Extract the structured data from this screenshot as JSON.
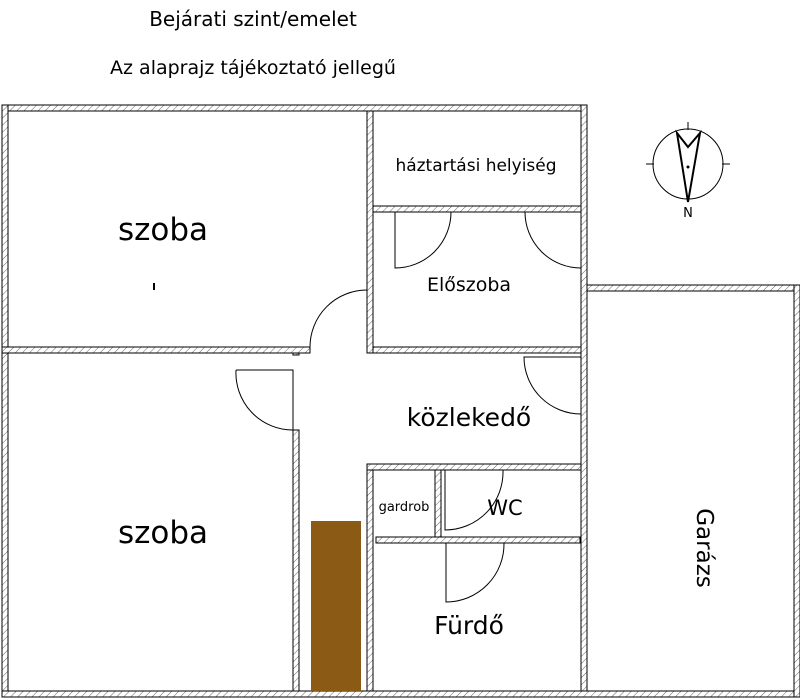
{
  "header": {
    "title": "Bejárati szint/emelet",
    "subtitle": "Az alaprajz tájékoztató jellegű"
  },
  "rooms": {
    "room1": "szoba",
    "room2": "szoba",
    "utility": "háztartási helyiség",
    "hall": "Előszoba",
    "corridor": "közlekedő",
    "wardrobe": "gardrob",
    "wc": "WC",
    "bathroom": "Fürdő",
    "garage": "Garázs"
  },
  "compass": {
    "label": "N"
  },
  "colors": {
    "stairs": "#8B5A14"
  }
}
